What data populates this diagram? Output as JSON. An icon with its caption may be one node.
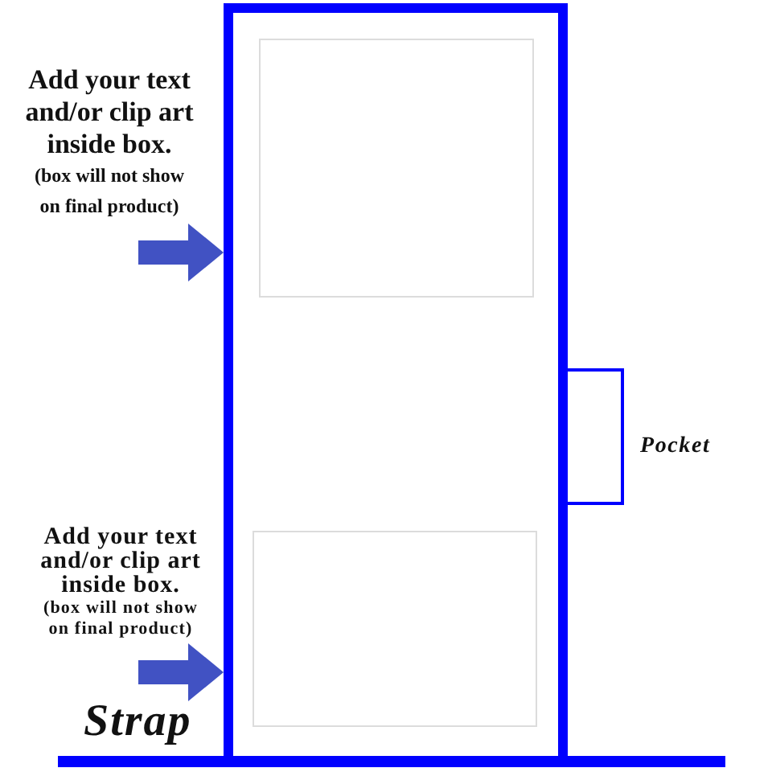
{
  "diagram": {
    "nodes": [
      {
        "text": [],
        "shape": "box"
      },
      {
        "text": [],
        "shape": "box",
        "in": 0
      },
      {
        "text": [],
        "shape": "box",
        "in": 0
      },
      {
        "text": [
          "Add your text and/or clip art inside box.",
          "(box will not show on final product)"
        ]
      },
      {
        "text": [],
        "shape": "box",
        "beside": [
          "Pocket"
        ]
      },
      {
        "text": [
          "Add your text and/or clip art inside box.",
          "(box will not show on final product)"
        ]
      },
      {
        "text": [],
        "shape": "bar",
        "beside": [
          "Strap"
        ]
      }
    ],
    "edges": [
      {
        "from": 3,
        "to": 0,
        "arrow": "to"
      },
      {
        "from": 5,
        "to": 0,
        "arrow": "to"
      }
    ]
  }
}
